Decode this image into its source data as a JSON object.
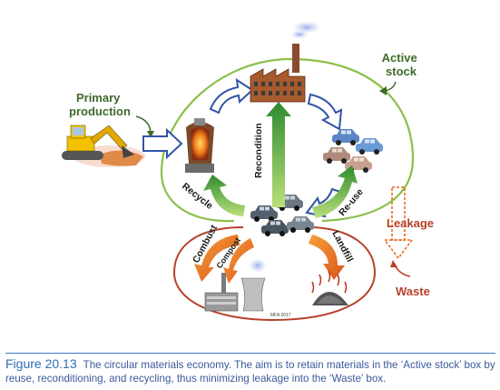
{
  "labels": {
    "primary_production": [
      "Primary",
      "production"
    ],
    "active_stock": [
      "Active",
      "stock"
    ],
    "leakage": "Leakage",
    "waste": "Waste",
    "recondition": "Recondition",
    "recycle": "Recycle",
    "reuse": "Re-use",
    "combust": "Combust",
    "compost": "Compost",
    "landfill": "Landfill",
    "credit": "MFA 2017"
  },
  "caption": {
    "figure_number": "Figure 20.13",
    "text": "The circular materials economy. The aim is to retain materials in the ‘Active stock’ box by reuse, reconditioning, and recycling, thus minimizing leakage into the ‘Waste’ box."
  },
  "colors": {
    "active_loop": "#8cbf4a",
    "waste_loop": "#b8402a",
    "recycle_arrow": "#5aa02c",
    "flow_arrow": "#2f55a8",
    "waste_arrow": "#e86a1a",
    "caption": "#3b5998"
  }
}
